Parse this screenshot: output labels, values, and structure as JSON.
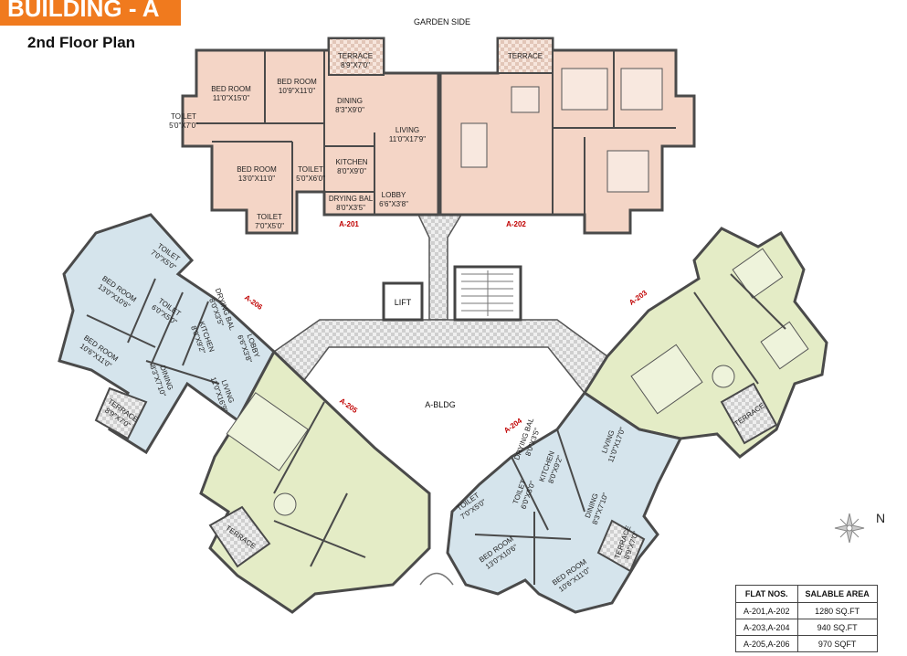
{
  "header": {
    "building": "BUILDING - A",
    "floor_plan": "2nd Floor Plan"
  },
  "labels": {
    "garden_side": "GARDEN SIDE",
    "lift": "LIFT",
    "bldg": "A-BLDG",
    "north": "N"
  },
  "flats": {
    "a201": "A-201",
    "a202": "A-202",
    "a203": "A-203",
    "a204": "A-204",
    "a205": "A-205",
    "a206": "A-206"
  },
  "rooms_201": {
    "terrace": [
      "TERRACE",
      "8'9\"X7'0\""
    ],
    "bed1": [
      "BED ROOM",
      "11'0\"X15'0\""
    ],
    "bed2": [
      "BED ROOM",
      "10'9\"X11'0\""
    ],
    "toilet1": [
      "TOILET",
      "5'0\"X7'0\""
    ],
    "dining": [
      "DINING",
      "8'3\"X9'0\""
    ],
    "living": [
      "LIVING",
      "11'0\"X17'9\""
    ],
    "kitchen": [
      "KITCHEN",
      "8'0\"X9'0\""
    ],
    "bed3": [
      "BED ROOM",
      "13'0\"X11'0\""
    ],
    "toilet2": [
      "TOILET",
      "5'0\"X6'0\""
    ],
    "drying": [
      "DRYING BAL",
      "8'0\"X3'5\""
    ],
    "lobby": [
      "LOBBY",
      "6'6\"X3'8\""
    ],
    "toilet3": [
      "TOILET",
      "7'0\"X5'0\""
    ]
  },
  "rooms_202": {
    "terrace": "TERRACE"
  },
  "rooms_206": {
    "toilet1": [
      "TOILET",
      "7'0\"X5'0\""
    ],
    "bed1": [
      "BED ROOM",
      "13'0\"X10'6\""
    ],
    "toilet2": [
      "TOILET",
      "6'0\"X5'0\""
    ],
    "drying": [
      "DRYING BAL",
      "8'0\"X3'5\""
    ],
    "kitchen": [
      "KITCHEN",
      "8'0\"X9'2\""
    ],
    "lobby": [
      "LOBBY",
      "6'6\"X3'8\""
    ],
    "bed2": [
      "BED ROOM",
      "10'6\"X11'0\""
    ],
    "dining": [
      "DINING",
      "8'3\"X7'10\""
    ],
    "living": [
      "LIVING",
      "11'0\"X16'9\""
    ],
    "terrace": [
      "TERRACE",
      "8'9\"X7'0\""
    ]
  },
  "rooms_204": {
    "drying": [
      "DRYING BAL",
      "8'0\"X3'5\""
    ],
    "living": [
      "LIVING",
      "11'0\"X17'0\""
    ],
    "kitchen": [
      "KITCHEN",
      "8'0\"X9'2\""
    ],
    "toilet1": [
      "TOILET",
      "6'0\"X5'0\""
    ],
    "toilet2": [
      "TOILET",
      "7'0\"X5'0\""
    ],
    "dining": [
      "DINING",
      "8'3\"X7'10\""
    ],
    "terrace": [
      "TERRACE",
      "8'9\"X7'0\""
    ],
    "bed1": [
      "BED ROOM",
      "13'0\"X10'6\""
    ],
    "bed2": [
      "BED ROOM",
      "10'6\"X11'0\""
    ]
  },
  "rooms_205": {
    "terrace": "TERRACE"
  },
  "rooms_203": {
    "terrace": "TERRACE"
  },
  "area_table": {
    "headers": [
      "FLAT NOS.",
      "SALABLE AREA"
    ],
    "rows": [
      [
        "A-201,A-202",
        "1280 SQ.FT"
      ],
      [
        "A-203,A-204",
        "940 SQ.FT"
      ],
      [
        "A-205,A-206",
        "970 SQFT"
      ]
    ]
  },
  "colors": {
    "flat_201_202": "#f4d5c6",
    "flat_206_204": "#d5e4ec",
    "flat_205_203": "#e4ecc6",
    "wall": "#4a4a4a",
    "banner": "#f07a1e",
    "flat_label": "#c00000"
  }
}
